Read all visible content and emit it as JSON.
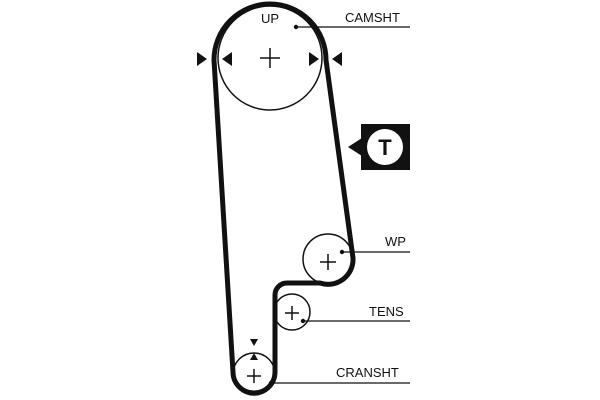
{
  "diagram": {
    "labels": {
      "up": "UP",
      "camshaft": "CAMSHT",
      "water_pump": "WP",
      "tensioner": "TENS",
      "crankshaft": "CRANSHT"
    },
    "tension_badge": {
      "letter": "T"
    },
    "colors": {
      "belt": "#111111",
      "line": "#111111",
      "background": "#ffffff"
    }
  }
}
